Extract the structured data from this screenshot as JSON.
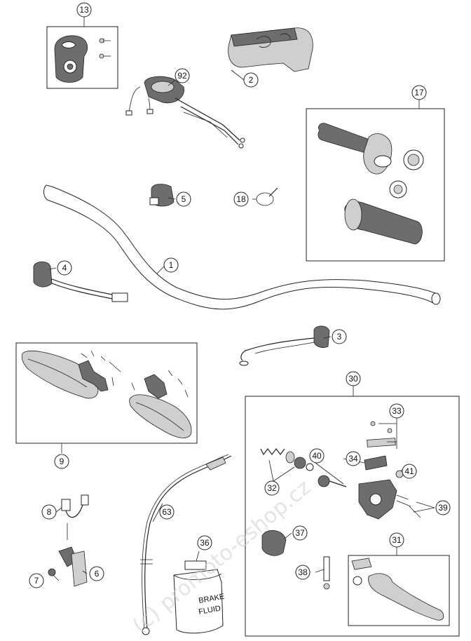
{
  "diagram": {
    "parts": [
      {
        "id": "1",
        "label": "1"
      },
      {
        "id": "2",
        "label": "2"
      },
      {
        "id": "3",
        "label": "3"
      },
      {
        "id": "4",
        "label": "4"
      },
      {
        "id": "5",
        "label": "5"
      },
      {
        "id": "6",
        "label": "6"
      },
      {
        "id": "7",
        "label": "7"
      },
      {
        "id": "8",
        "label": "8"
      },
      {
        "id": "9",
        "label": "9"
      },
      {
        "id": "13",
        "label": "13"
      },
      {
        "id": "17",
        "label": "17"
      },
      {
        "id": "18",
        "label": "18"
      },
      {
        "id": "30",
        "label": "30"
      },
      {
        "id": "31",
        "label": "31"
      },
      {
        "id": "32",
        "label": "32"
      },
      {
        "id": "33",
        "label": "33"
      },
      {
        "id": "34",
        "label": "34"
      },
      {
        "id": "36",
        "label": "36"
      },
      {
        "id": "37",
        "label": "37"
      },
      {
        "id": "38",
        "label": "38"
      },
      {
        "id": "39",
        "label": "39"
      },
      {
        "id": "40",
        "label": "40"
      },
      {
        "id": "41",
        "label": "41"
      },
      {
        "id": "63",
        "label": "63"
      },
      {
        "id": "92",
        "label": "92"
      }
    ],
    "bottle_text_line1": "BRAKE",
    "bottle_text_line2": "FLUID",
    "watermark": "(c) promoto-eshop.cz"
  }
}
